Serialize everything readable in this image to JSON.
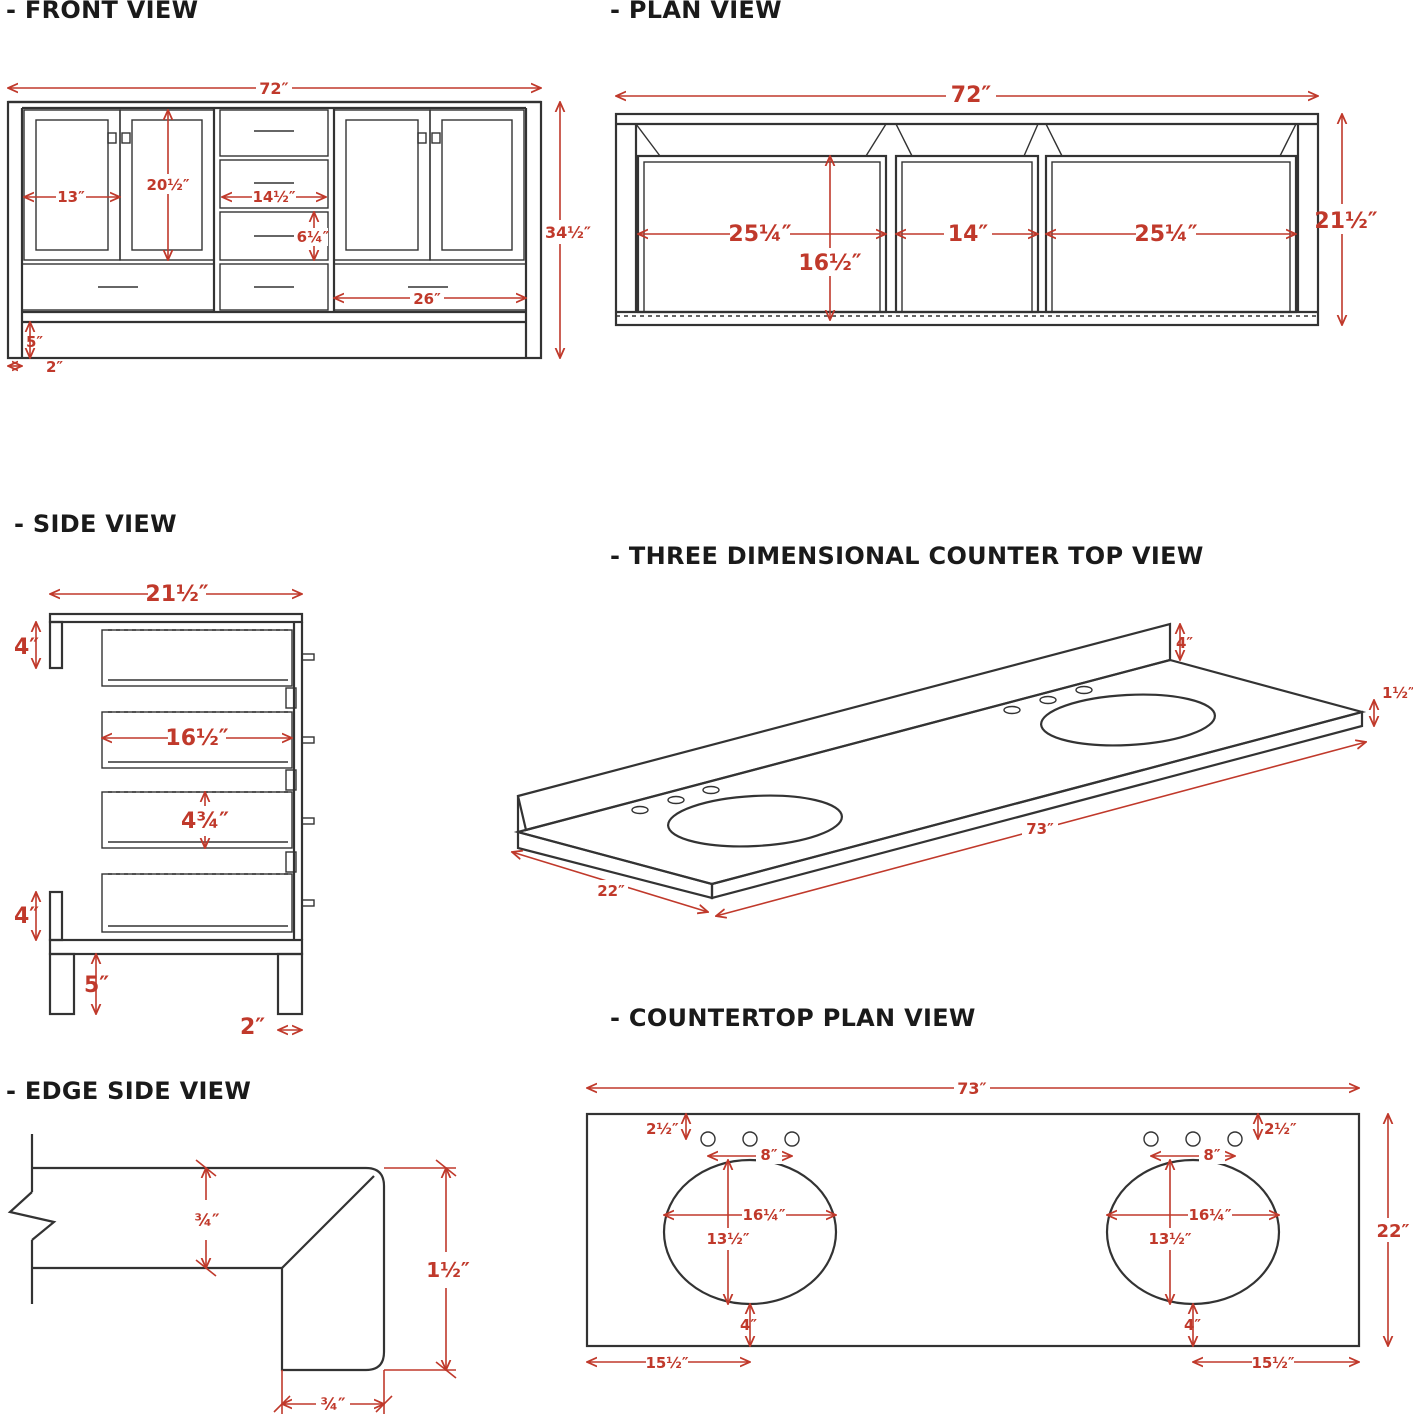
{
  "colors": {
    "outline": "#333333",
    "dimension": "#c0392b",
    "background": "#ffffff"
  },
  "sections": {
    "front_view": "- FRONT VIEW",
    "plan_view": "- PLAN VIEW",
    "side_view": "- SIDE VIEW",
    "three_d_view": "- THREE DIMENSIONAL COUNTER TOP VIEW",
    "countertop_plan_view": "- COUNTERTOP PLAN VIEW",
    "edge_side_view": "- EDGE SIDE VIEW"
  },
  "dimensions": {
    "front": {
      "width": "72″",
      "height": "34½″",
      "door": "13″",
      "door_height": "20½″",
      "drawer_width": "14½″",
      "drawer_height": "6¼″",
      "bottom_drawer": "26″",
      "leg_height": "5″",
      "leg_width": "2″"
    },
    "plan": {
      "width": "72″",
      "depth": "21½″",
      "left_bay": "25¼″",
      "middle_bay": "14″",
      "right_bay": "25¼″",
      "bay_depth": "16½″"
    },
    "side": {
      "depth": "21½″",
      "backsplash_top": "4″",
      "backsplash_bottom": "4″",
      "drawer_depth": "16½″",
      "drawer_height": "4¾″",
      "leg_height": "5″",
      "leg_width": "2″"
    },
    "three_d": {
      "backsplash": "4″",
      "edge": "1½″",
      "length": "73″",
      "depth": "22″"
    },
    "countertop_plan": {
      "length": "73″",
      "depth": "22″",
      "hole_offset_left": "2½″",
      "hole_offset_right": "2½″",
      "hole_spacing_left": "8″",
      "hole_spacing_right": "8″",
      "sink_width_left": "16¼″",
      "sink_width_right": "16¼″",
      "sink_depth_left": "13½″",
      "sink_depth_right": "13½″",
      "front_gap_left": "4″",
      "front_gap_right": "4″",
      "side_offset_left": "15½″",
      "side_offset_right": "15½″"
    },
    "edge": {
      "top": "¾″",
      "thickness": "1½″",
      "bottom": "¾″"
    }
  }
}
